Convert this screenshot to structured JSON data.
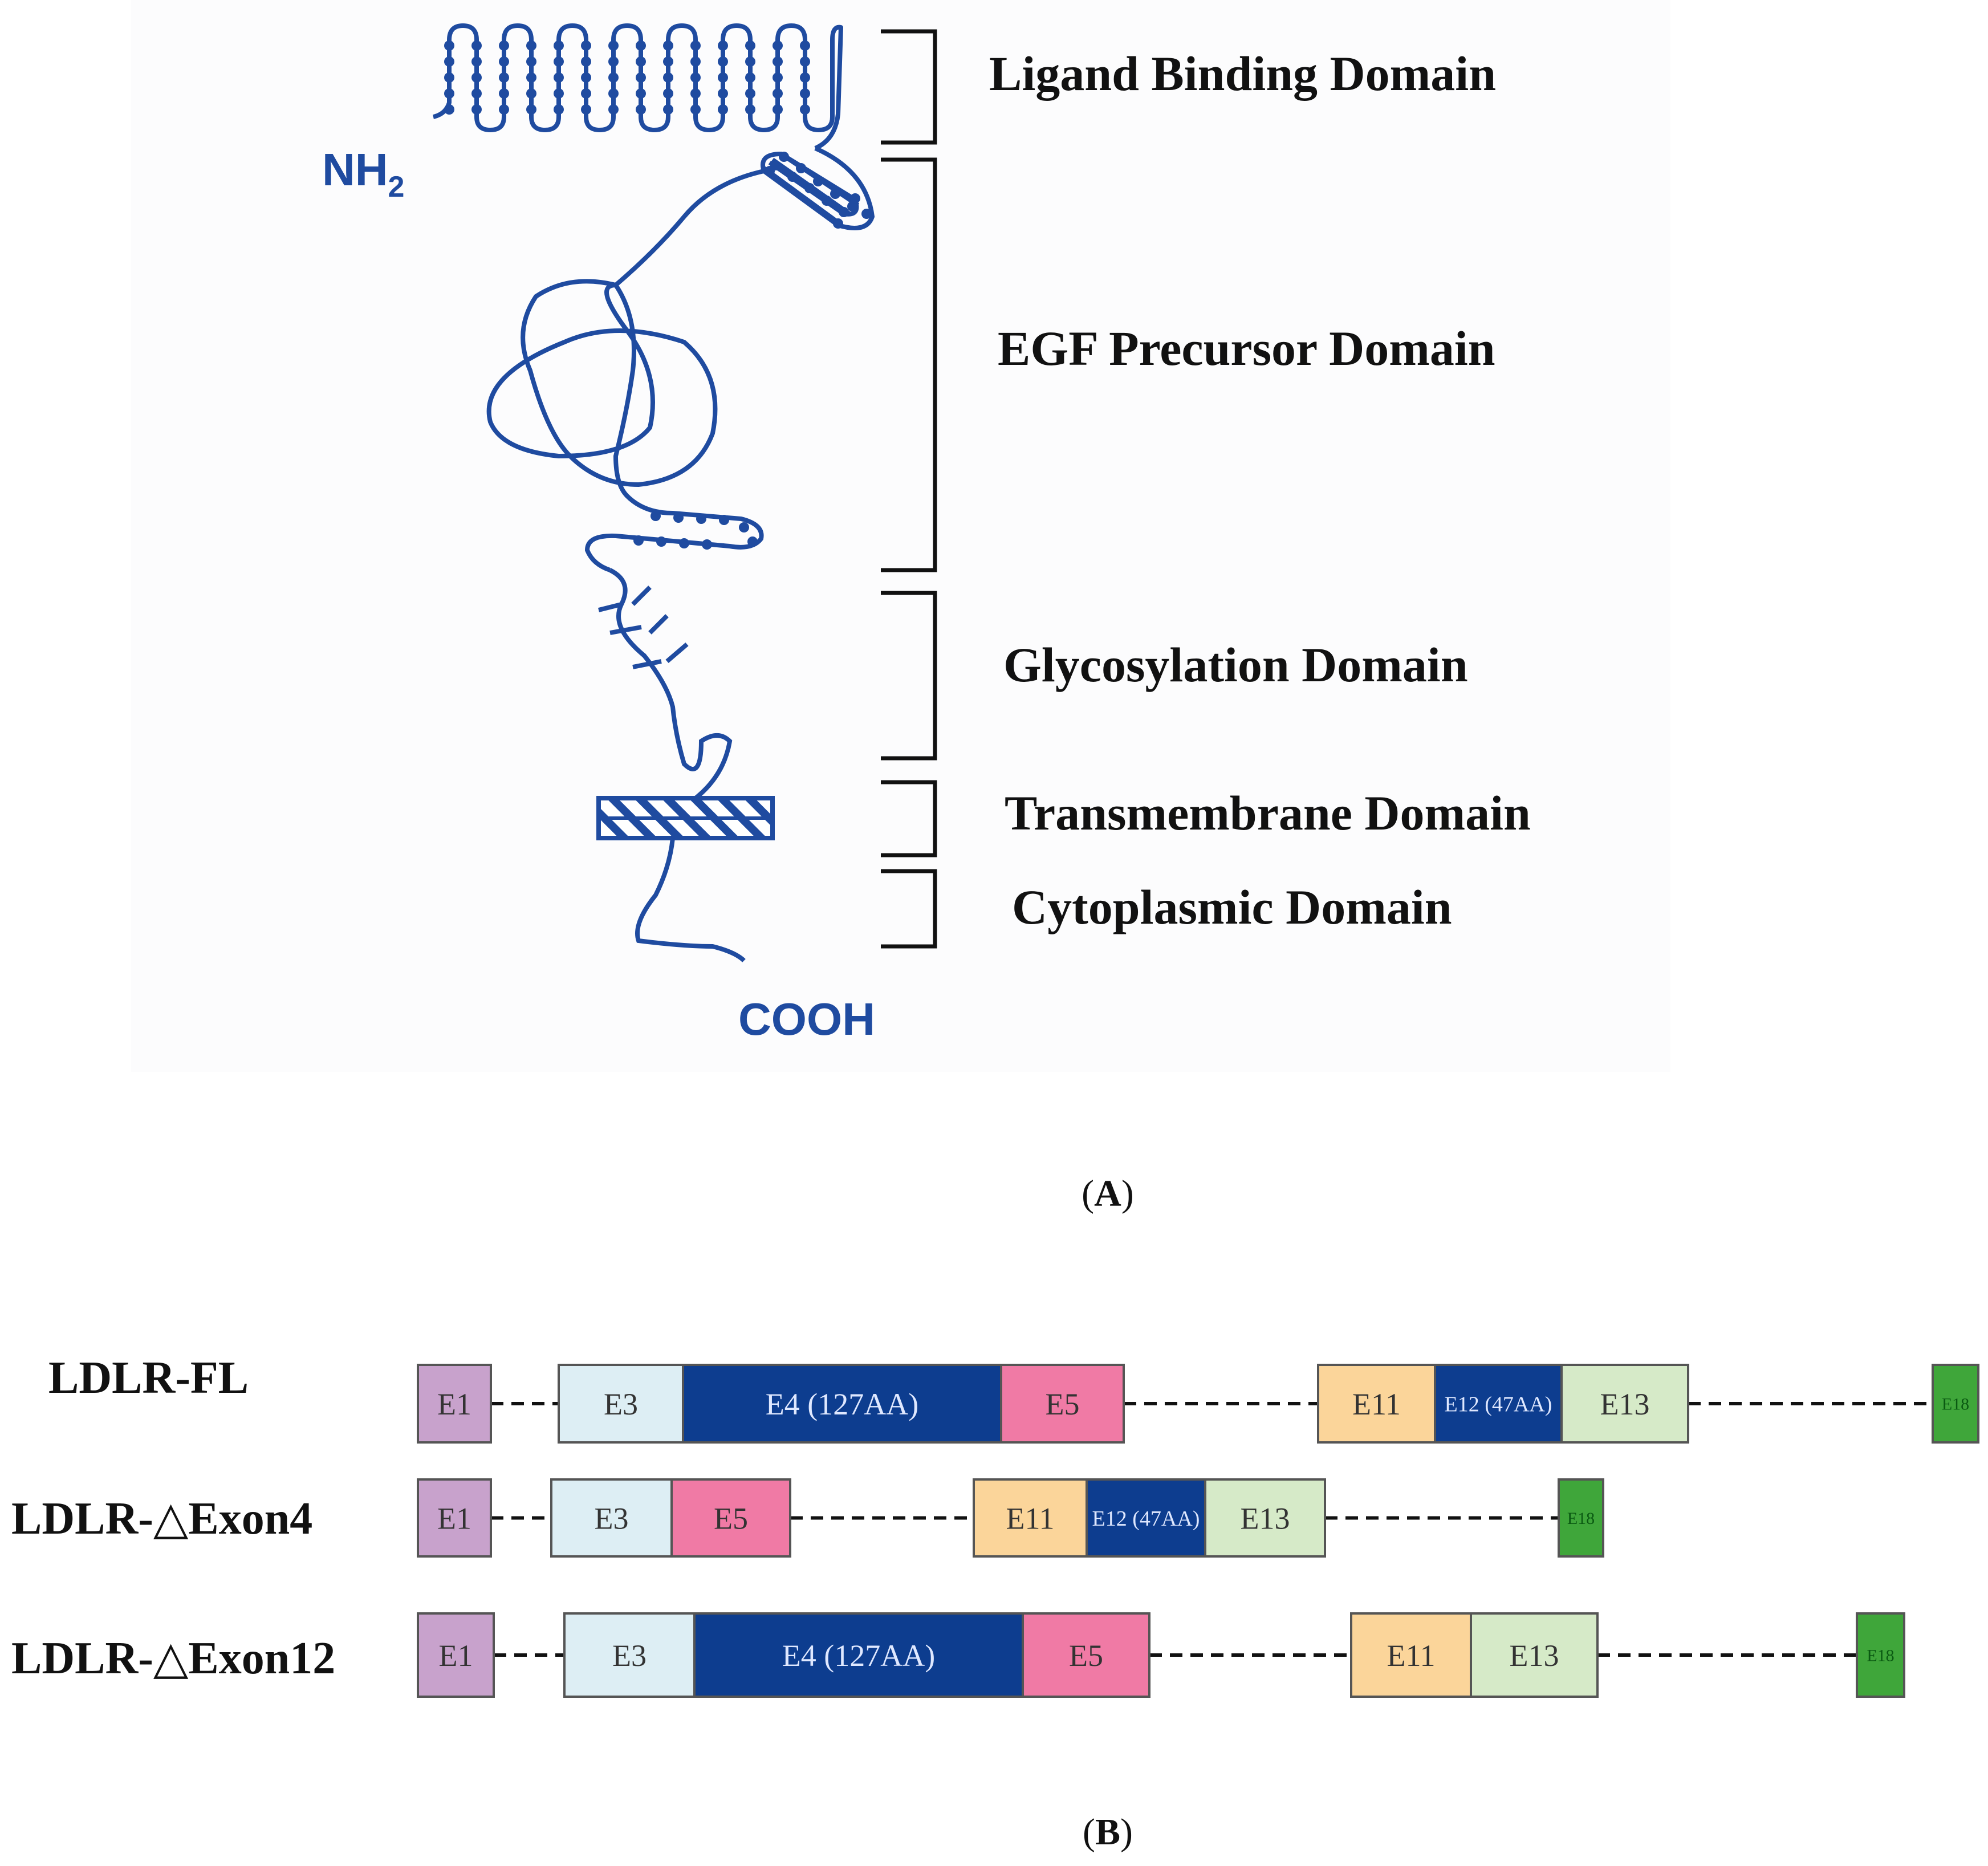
{
  "panel_a": {
    "label_letter": "A",
    "n_terminus": {
      "main": "NH",
      "sub": "2"
    },
    "c_terminus": "COOH",
    "domains": [
      "Ligand Binding Domain",
      "EGF Precursor Domain",
      "Glycosylation Domain",
      "Transmembrane Domain",
      "Cytoplasmic Domain"
    ]
  },
  "panel_b": {
    "label_letter": "B",
    "constructs": [
      {
        "name": "LDLR-FL",
        "exons": [
          "E1",
          "E3",
          "E4 (127AA)",
          "E5",
          "E11",
          "E12 (47AA)",
          "E13",
          "E18"
        ]
      },
      {
        "name": "LDLR-△Exon4",
        "exons": [
          "E1",
          "E3",
          "E5",
          "E11",
          "E12 (47AA)",
          "E13",
          "E18"
        ]
      },
      {
        "name": "LDLR-△Exon12",
        "exons": [
          "E1",
          "E3",
          "E4 (127AA)",
          "E5",
          "E11",
          "E13",
          "E18"
        ]
      }
    ]
  },
  "colors": {
    "protein": "#1f4ba0",
    "E1": "#c8a2cc",
    "E3": "#ddeef4",
    "E4": "#0d3d8f",
    "E5": "#f07aa5",
    "E11": "#fbd59a",
    "E12": "#0d3d8f",
    "E13": "#d6eac8",
    "E18": "#3fa63a"
  }
}
